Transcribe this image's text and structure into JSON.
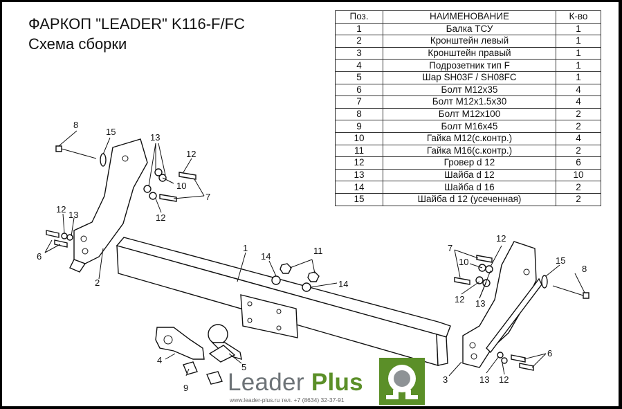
{
  "header": {
    "title": "ФАРКОП \"LEADER\" K116-F/FC",
    "subtitle": "Схема сборки"
  },
  "table": {
    "columns": [
      "Поз.",
      "НАИМЕНОВАНИЕ",
      "К-во"
    ],
    "rows": [
      [
        "1",
        "Балка ТСУ",
        "1"
      ],
      [
        "2",
        "Кронштейн левый",
        "1"
      ],
      [
        "3",
        "Кронштейн правый",
        "1"
      ],
      [
        "4",
        "Подрозетник тип F",
        "1"
      ],
      [
        "5",
        "Шар SH03F / SH08FC",
        "1"
      ],
      [
        "6",
        "Болт M12x35",
        "4"
      ],
      [
        "7",
        "Болт M12x1.5x30",
        "4"
      ],
      [
        "8",
        "Болт M12x100",
        "2"
      ],
      [
        "9",
        "Болт M16x45",
        "2"
      ],
      [
        "10",
        "Гайка M12(с.контр.)",
        "4"
      ],
      [
        "11",
        "Гайка  M16(с.контр.)",
        "2"
      ],
      [
        "12",
        "Гровер d 12",
        "6"
      ],
      [
        "13",
        "Шайба d 12",
        "10"
      ],
      [
        "14",
        "Шайба d 16",
        "2"
      ],
      [
        "15",
        "Шайба d 12 (усеченная)",
        "2"
      ]
    ]
  },
  "callouts": {
    "c1": "1",
    "c2": "2",
    "c3": "3",
    "c4": "4",
    "c5": "5",
    "c6": "6",
    "c7": "7",
    "c8": "8",
    "c9": "9",
    "c10": "10",
    "c11": "11",
    "c12": "12",
    "c13": "13",
    "c14": "14",
    "c15": "15"
  },
  "brand": {
    "name": "Leader",
    "plus": "Plus",
    "contact": "www.leader-plus.ru   тел. +7 (8634) 32-37-91"
  },
  "colors": {
    "brand_green": "#5b8f28",
    "brand_gray": "#6d7377",
    "frame": "#000000"
  }
}
